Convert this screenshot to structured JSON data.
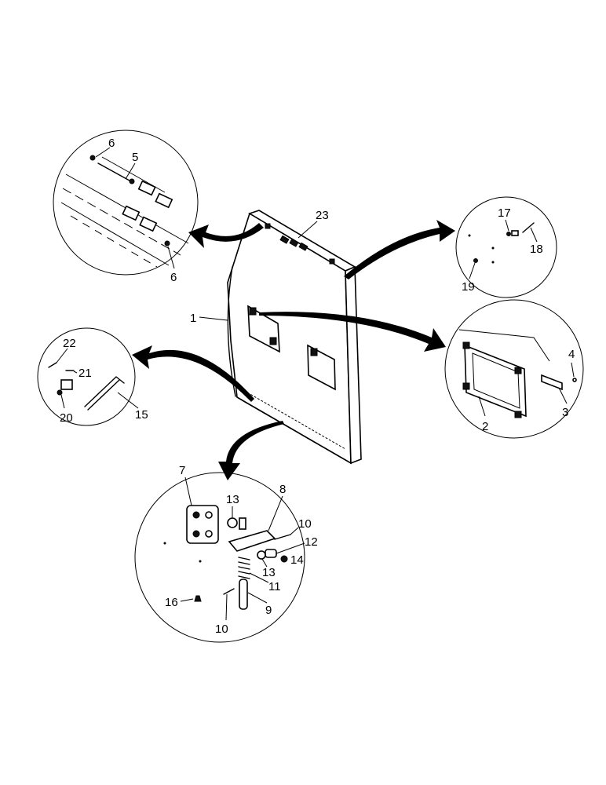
{
  "labels": {
    "l1": "1",
    "l2": "2",
    "l3": "3",
    "l4": "4",
    "l5": "5",
    "l6a": "6",
    "l6b": "6",
    "l7": "7",
    "l8": "8",
    "l9": "9",
    "l10a": "10",
    "l10b": "10",
    "l11": "11",
    "l12": "12",
    "l13a": "13",
    "l13b": "13",
    "l14": "14",
    "l15": "15",
    "l16": "16",
    "l17": "17",
    "l18": "18",
    "l19": "19",
    "l20": "20",
    "l21": "21",
    "l22": "22",
    "l23": "23"
  }
}
